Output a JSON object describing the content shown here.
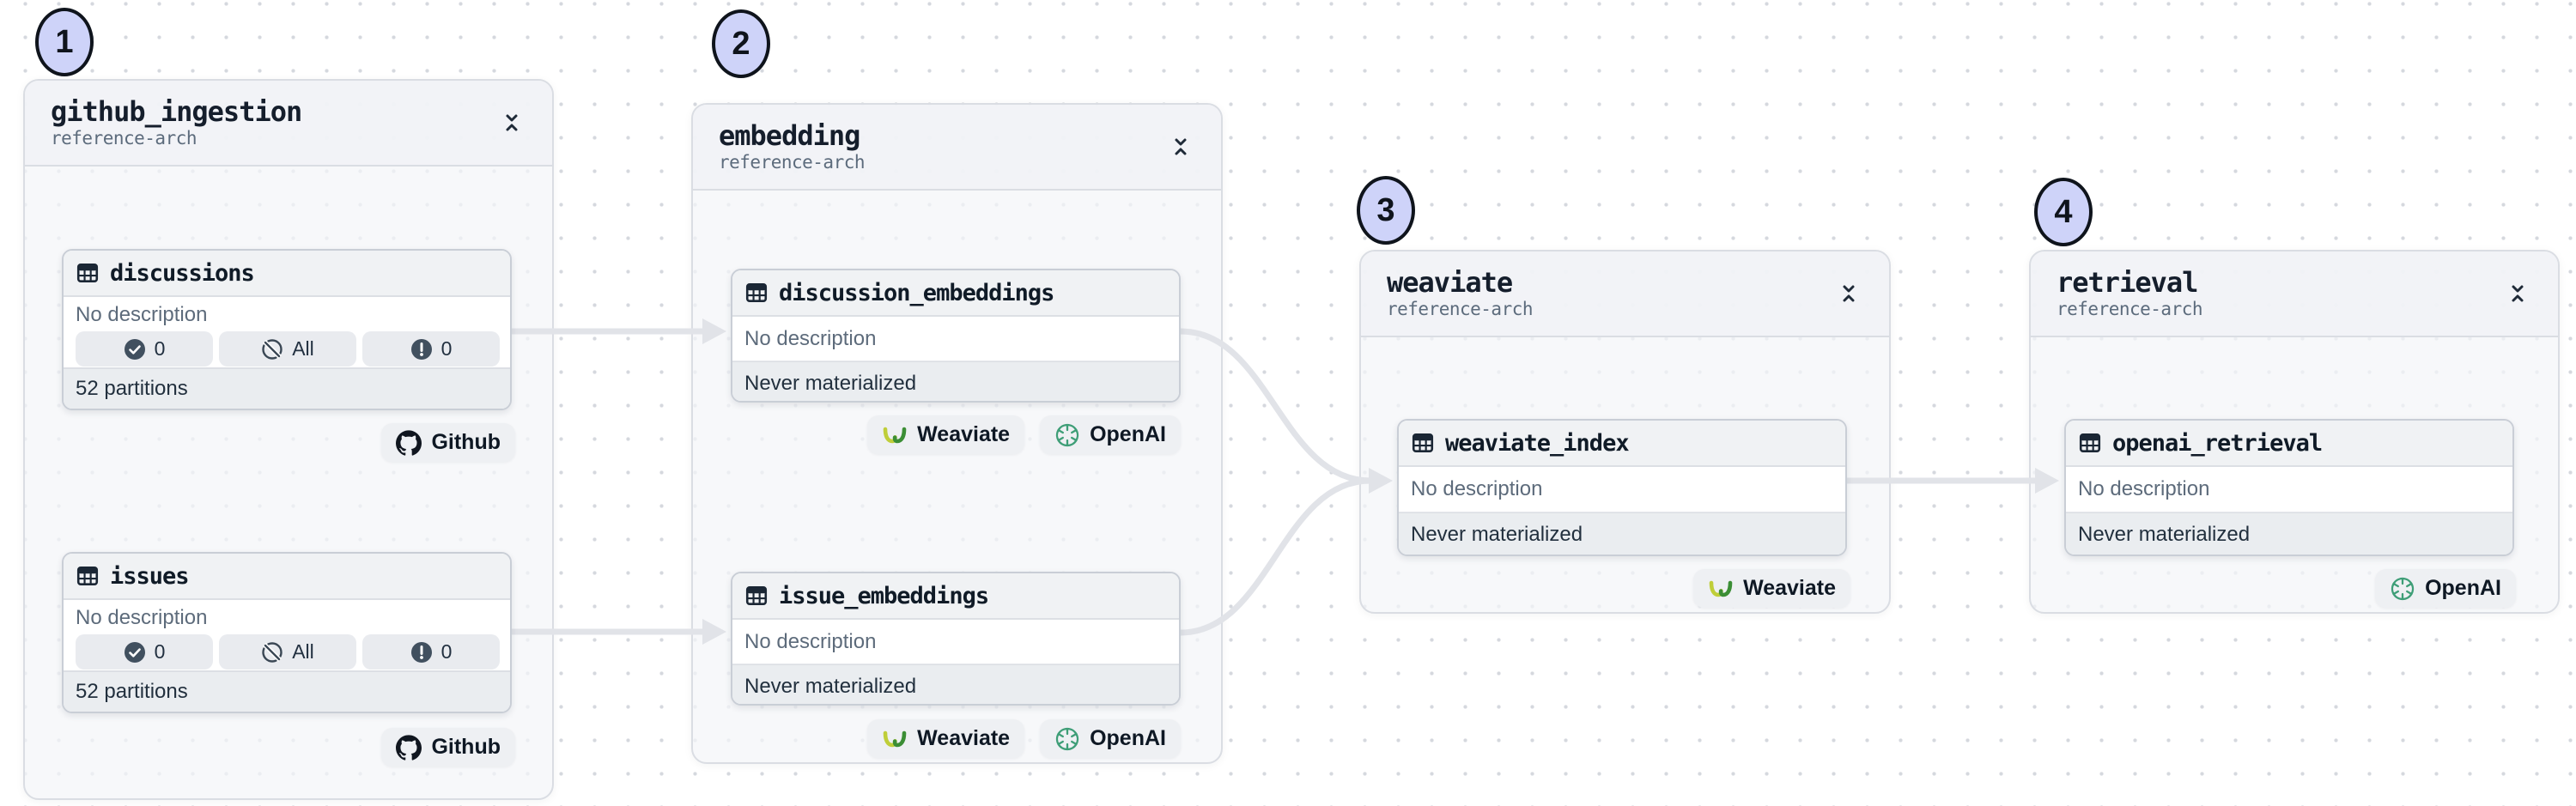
{
  "app": {
    "name": "asset-lineage-graph"
  },
  "colors": {
    "edge": "#E1E3E8",
    "marker_fill": "#CED3F9",
    "marker_border": "#0F141C",
    "panel_bg": "#F3F4F7",
    "node_header_bg": "#F0F2F4",
    "node_footer_bg": "#EAEDF0",
    "text_dark": "#14202E",
    "text_gray": "#5D6B7B",
    "weaviate_yellow": "#BFCE39",
    "weaviate_green": "#3B8E35",
    "openai_green": "#3E9E77",
    "github_dark": "#10161F"
  },
  "groups": [
    {
      "number": "1",
      "title": "github_ingestion",
      "subtitle": "reference-arch",
      "assets": [
        {
          "name": "discussions",
          "description": "No description",
          "footer": "52 partitions",
          "pills": [
            {
              "icon": "check-circle",
              "label": "0"
            },
            {
              "icon": "circle-off",
              "label": "All"
            },
            {
              "icon": "alert-circle",
              "label": "0"
            }
          ],
          "kinds": [
            "Github"
          ]
        },
        {
          "name": "issues",
          "description": "No description",
          "footer": "52 partitions",
          "pills": [
            {
              "icon": "check-circle",
              "label": "0"
            },
            {
              "icon": "circle-off",
              "label": "All"
            },
            {
              "icon": "alert-circle",
              "label": "0"
            }
          ],
          "kinds": [
            "Github"
          ]
        }
      ]
    },
    {
      "number": "2",
      "title": "embedding",
      "subtitle": "reference-arch",
      "assets": [
        {
          "name": "discussion_embeddings",
          "description": "No description",
          "footer": "Never materialized",
          "kinds": [
            "Weaviate",
            "OpenAI"
          ]
        },
        {
          "name": "issue_embeddings",
          "description": "No description",
          "footer": "Never materialized",
          "kinds": [
            "Weaviate",
            "OpenAI"
          ]
        }
      ]
    },
    {
      "number": "3",
      "title": "weaviate",
      "subtitle": "reference-arch",
      "assets": [
        {
          "name": "weaviate_index",
          "description": "No description",
          "footer": "Never materialized",
          "kinds": [
            "Weaviate"
          ]
        }
      ]
    },
    {
      "number": "4",
      "title": "retrieval",
      "subtitle": "reference-arch",
      "assets": [
        {
          "name": "openai_retrieval",
          "description": "No description",
          "footer": "Never materialized",
          "kinds": [
            "OpenAI"
          ]
        }
      ]
    }
  ]
}
